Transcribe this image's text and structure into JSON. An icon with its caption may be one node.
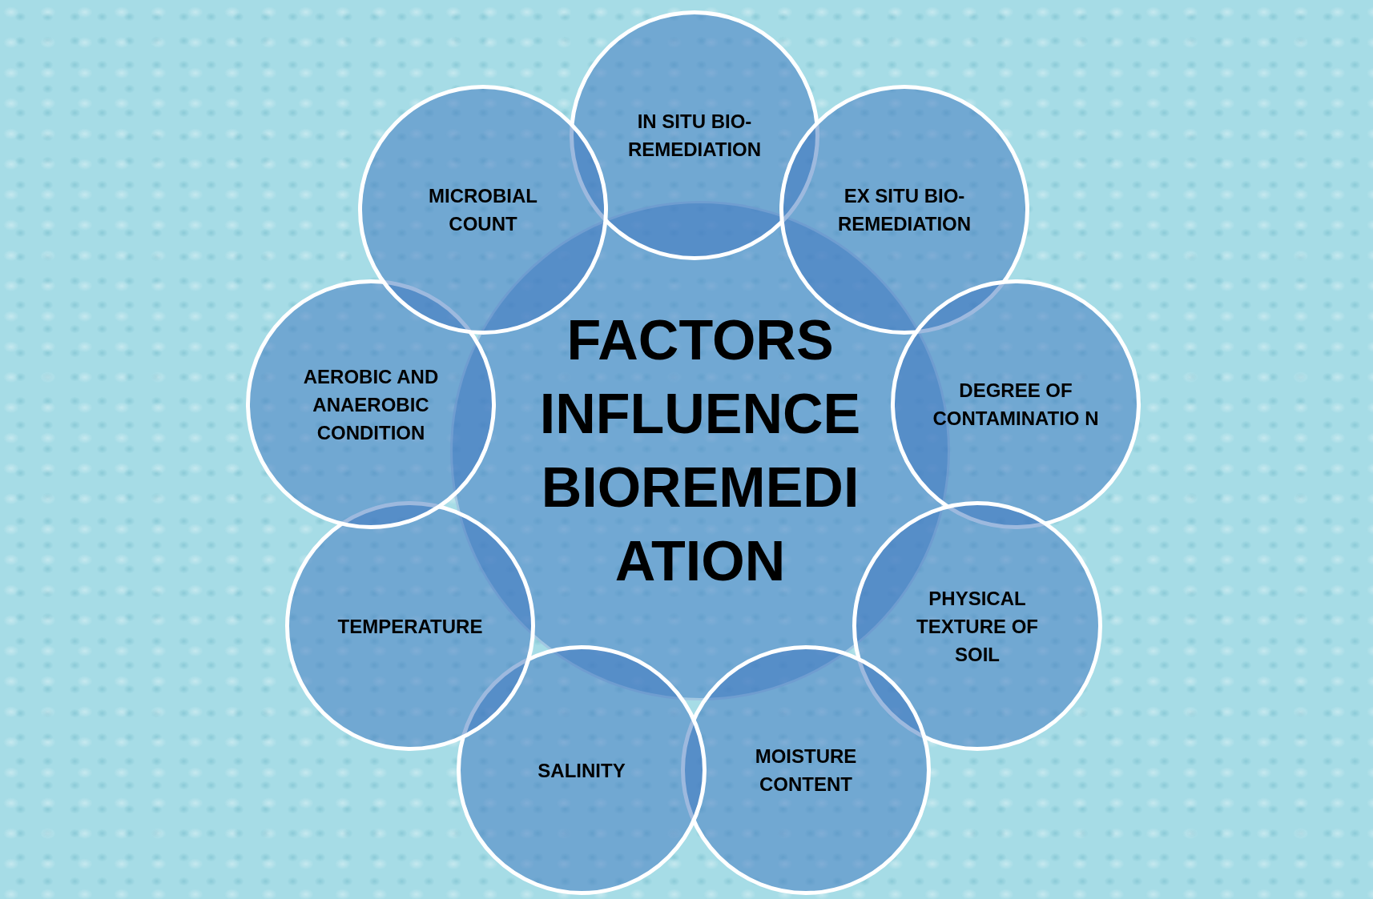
{
  "diagram": {
    "nodes": [
      {
        "text": [
          "FACTORS INFLUENCE BIOREMEDI ATION"
        ]
      },
      {
        "text": [
          "IN SITU BIO- REMEDIATION"
        ]
      },
      {
        "text": [
          "EX SITU BIO- REMEDIATION"
        ]
      },
      {
        "text": [
          "DEGREE OF CONTAMINATIO N"
        ]
      },
      {
        "text": [
          "PHYSICAL TEXTURE OF SOIL"
        ]
      },
      {
        "text": [
          "MOISTURE CONTENT"
        ]
      },
      {
        "text": [
          "SALINITY"
        ]
      },
      {
        "text": [
          "TEMPERATURE"
        ]
      },
      {
        "text": [
          "AEROBIC AND ANAEROBIC CONDITION"
        ]
      },
      {
        "text": [
          "MICROBIAL COUNT"
        ]
      }
    ]
  }
}
